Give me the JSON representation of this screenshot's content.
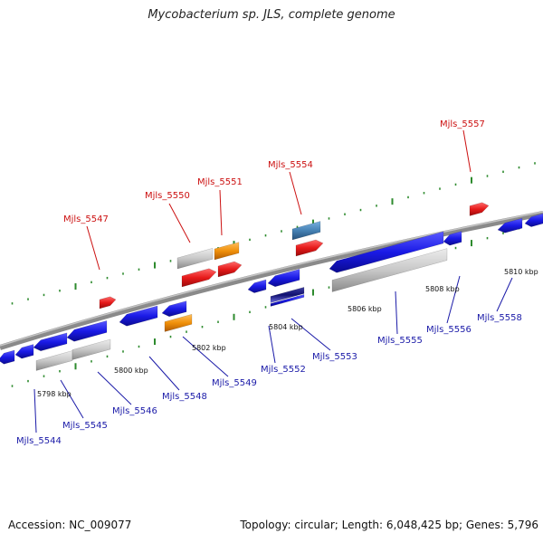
{
  "title": "Mycobacterium sp. JLS, complete genome",
  "footer": {
    "accession": "Accession: NC_009077",
    "topology": "Topology: circular; Length: 6,048,425 bp; Genes: 5,796"
  },
  "colors": {
    "backbone": "#888888",
    "forward_label": "#cc1111",
    "reverse_label": "#1a1aa8",
    "tick_green": "#2e8b2e",
    "gene_blue": "#1a1ae6",
    "gene_red": "#e61a1a",
    "gene_orange": "#f0900a",
    "gene_gray": "#c8c8c8",
    "gene_steel": "#4682b4",
    "gene_navy": "#101070"
  },
  "scale_labels": [
    "5798 kbp",
    "5800 kbp",
    "5802 kbp",
    "5804 kbp",
    "5806 kbp",
    "5808 kbp",
    "5810 kbp"
  ],
  "forward_genes": [
    {
      "name": "Mjls_5547"
    },
    {
      "name": "Mjls_5550"
    },
    {
      "name": "Mjls_5551"
    },
    {
      "name": "Mjls_5554"
    },
    {
      "name": "Mjls_5557"
    }
  ],
  "reverse_genes": [
    {
      "name": "Mjls_5544"
    },
    {
      "name": "Mjls_5545"
    },
    {
      "name": "Mjls_5546"
    },
    {
      "name": "Mjls_5548"
    },
    {
      "name": "Mjls_5549"
    },
    {
      "name": "Mjls_5552"
    },
    {
      "name": "Mjls_5553"
    },
    {
      "name": "Mjls_5555"
    },
    {
      "name": "Mjls_5556"
    },
    {
      "name": "Mjls_5558"
    }
  ]
}
